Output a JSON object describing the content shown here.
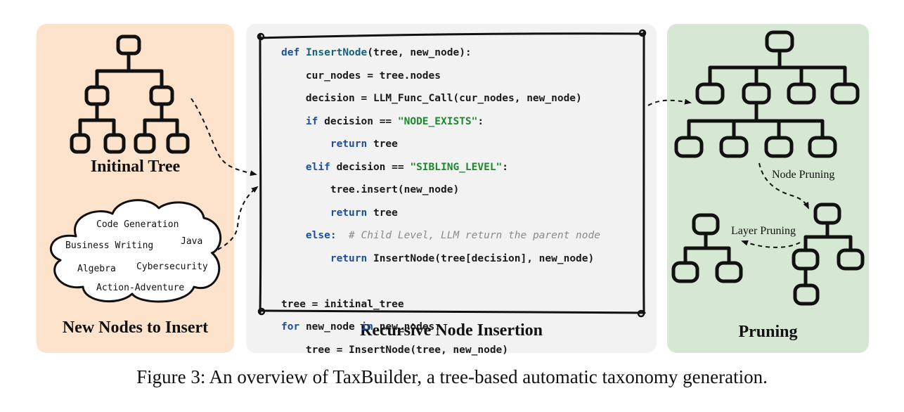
{
  "panels": {
    "left": {
      "tree_label": "Initinal Tree",
      "nodes_label": "New Nodes to Insert",
      "cloud_words": [
        "Code Generation",
        "Java",
        "Business Writing",
        "Algebra",
        "Cybersecurity",
        "Action-Adventure"
      ]
    },
    "middle": {
      "label": "Recursive Node Insertion",
      "code": {
        "line1": {
          "kw": "def",
          "fn": "InsertNode",
          "rest": "(tree, new_node):"
        },
        "line2": "cur_nodes = tree.nodes",
        "line3": "decision = LLM_Func_Call(cur_nodes, new_node)",
        "line4": {
          "kw": "if",
          "mid": "decision ==",
          "str": "\"NODE_EXISTS\"",
          "end": ":"
        },
        "line5": {
          "kw": "return",
          "rest": "tree"
        },
        "line6": {
          "kw": "elif",
          "mid": "decision ==",
          "str": "\"SIBLING_LEVEL\"",
          "end": ":"
        },
        "line7": "tree.insert(new_node)",
        "line8": {
          "kw": "return",
          "rest": "tree"
        },
        "line9": {
          "kw": "else:",
          "comment": "# Child Level, LLM return the parent node"
        },
        "line10": {
          "kw": "return",
          "rest": "InsertNode(tree[decision], new_node)"
        },
        "line12": "tree = initinal_tree",
        "line13": {
          "kw1": "for",
          "a": "new_node",
          "kw2": "in",
          "b": "new_nodes:"
        },
        "line14": "tree = InsertNode(tree, new_node)"
      }
    },
    "right": {
      "label": "Pruning",
      "node_pruning": "Node Pruning",
      "layer_pruning": "Layer Pruning"
    }
  },
  "caption": "Figure 3: An overview of TaxBuilder, a tree-based automatic taxonomy generation.",
  "colors": {
    "left_panel": "#fde3cb",
    "middle_panel": "#f2f2f2",
    "right_panel": "#d6e7d3",
    "keyword": "#1f4fa0",
    "function_name": "#17607a",
    "string": "#1b8a2c",
    "comment": "#8a8a8a"
  }
}
